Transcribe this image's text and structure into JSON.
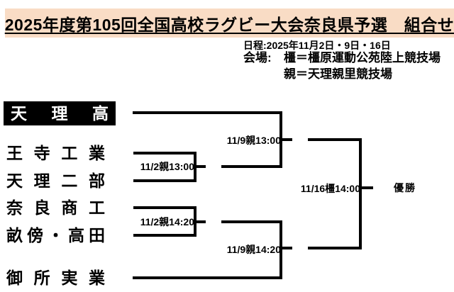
{
  "title": "2025年度第105回全国高校ラグビー大会奈良県予選　組合せ",
  "info": {
    "schedule": "日程:2025年11月2日・9日・16日",
    "venue_label": "会場:",
    "venue_kashihara": "橿＝橿原運動公苑陸上競技場",
    "venue_oyasato": "親＝天理親里競技場"
  },
  "teams": [
    {
      "name": "天理高",
      "highlight": true
    },
    {
      "name": "王寺工業"
    },
    {
      "name": "天理二部"
    },
    {
      "name": "奈良商工"
    },
    {
      "name": "畝傍・高田"
    },
    {
      "name": "御所実業"
    }
  ],
  "matches": {
    "round1_a": "11/2親13:00",
    "round1_b": "11/2親14:20",
    "semi_a": "11/9親13:00",
    "semi_b": "11/9親14:20",
    "final": "11/16橿14:00"
  },
  "winner_label": "優勝",
  "colors": {
    "title_bg": "#F9DCC5",
    "highlight_bg": "#000000",
    "line": "#000000"
  }
}
